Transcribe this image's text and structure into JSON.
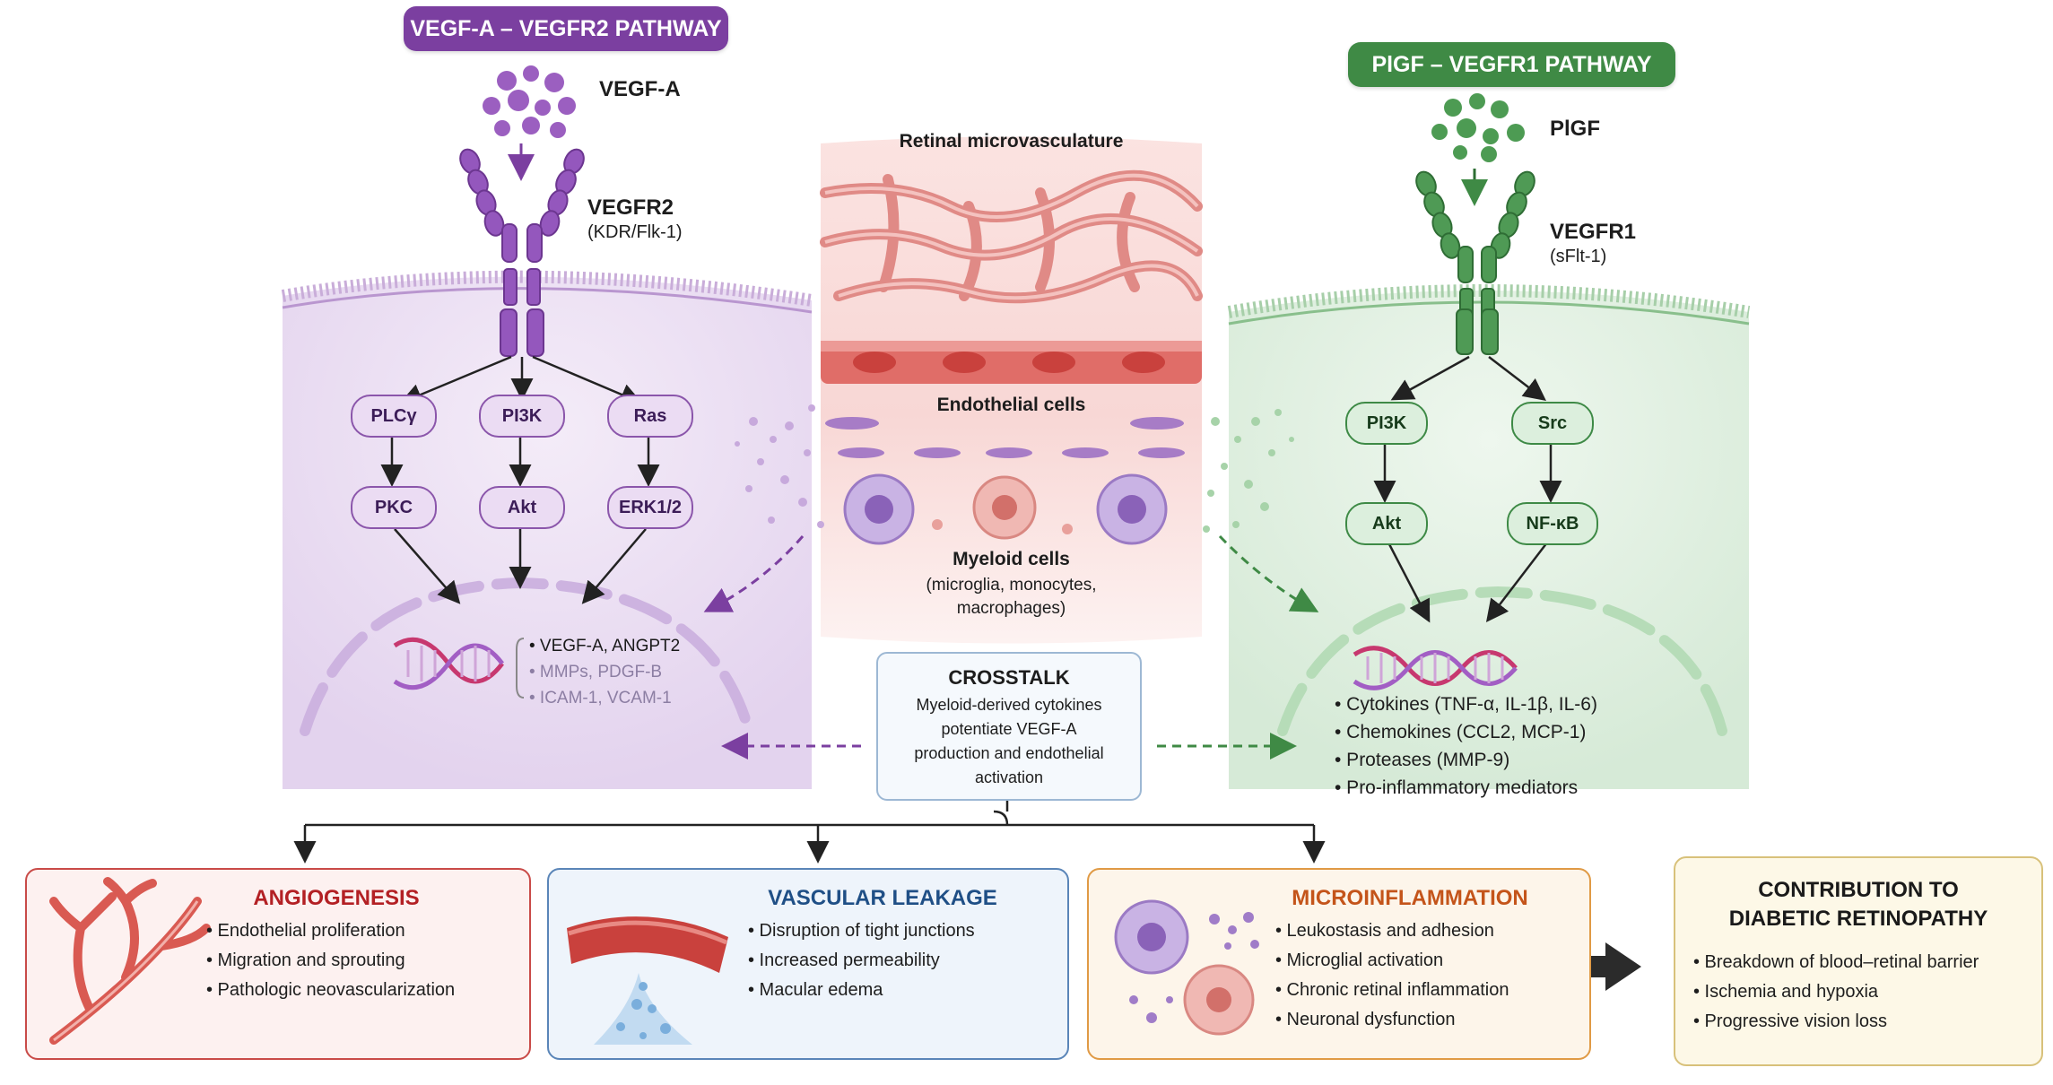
{
  "left_pathway": {
    "title": "VEGF-A – VEGFR2 PATHWAY",
    "ligand": "VEGF-A",
    "receptor": "VEGFR2",
    "receptor_alias": "(KDR/Flk-1)",
    "nodes_row1": [
      "PLCγ",
      "PI3K",
      "Ras"
    ],
    "nodes_row2": [
      "PKC",
      "Akt",
      "ERK1/2"
    ],
    "genes": [
      "• VEGF-A, ANGPT2",
      "• MMPs, PDGF-B",
      "• ICAM-1, VCAM-1"
    ]
  },
  "right_pathway": {
    "title": "PlGF – VEGFR1 PATHWAY",
    "ligand": "PlGF",
    "receptor": "VEGFR1",
    "receptor_alias": "(sFlt-1)",
    "nodes_row1": [
      "PI3K",
      "Src"
    ],
    "nodes_row2": [
      "Akt",
      "NF-κB"
    ],
    "products": [
      "• Cytokines (TNF-α, IL-1β, IL-6)",
      "• Chemokines (CCL2, MCP-1)",
      "• Proteases (MMP-9)",
      "• Pro-inflammatory mediators"
    ]
  },
  "center": {
    "vasculature_label": "Retinal microvasculature",
    "endothelial_label": "Endothelial cells",
    "myeloid_label": "Myeloid cells",
    "myeloid_sub1": "(microglia, monocytes,",
    "myeloid_sub2": "macrophages)"
  },
  "crosstalk": {
    "title": "CROSSTALK",
    "lines": [
      "Myeloid-derived cytokines",
      "potentiate VEGF-A",
      "production and endothelial",
      "activation"
    ]
  },
  "outcomes": {
    "angiogenesis": {
      "title": "ANGIOGENESIS",
      "items": [
        "• Endothelial proliferation",
        "• Migration and sprouting",
        "• Pathologic neovascularization"
      ]
    },
    "leakage": {
      "title": "VASCULAR LEAKAGE",
      "items": [
        "• Disruption of tight junctions",
        "• Increased permeability",
        "• Macular edema"
      ]
    },
    "inflammation": {
      "title": "MICROINFLAMMATION",
      "items": [
        "• Leukostasis and adhesion",
        "• Microglial activation",
        "• Chronic retinal inflammation",
        "• Neuronal dysfunction"
      ]
    },
    "contribution": {
      "title_line1": "CONTRIBUTION TO",
      "title_line2": "DIABETIC RETINOPATHY",
      "items": [
        "• Breakdown of blood–retinal barrier",
        "• Ischemia and hypoxia",
        "• Progressive vision loss"
      ]
    }
  },
  "colors": {
    "purple": "#7b3fa0",
    "green": "#3f8a45",
    "red_title": "#b32024",
    "blue_title": "#1f4f86",
    "orange_title": "#c4541a",
    "dark": "#1a1a1a"
  },
  "icons": [
    "receptor-icon",
    "dna-helix-icon",
    "blood-vessel-icon",
    "myeloid-cell-icon",
    "vessel-sprout-icon",
    "leaking-vessel-icon",
    "arrow-right-icon"
  ]
}
